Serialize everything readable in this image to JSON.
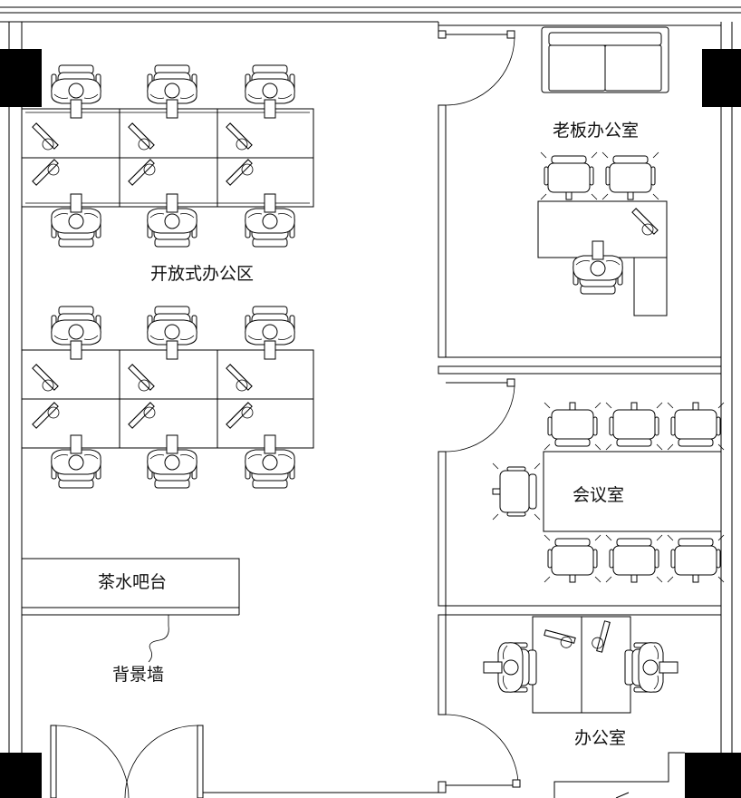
{
  "labels": {
    "open_office": "开放式办公区",
    "boss_office": "老板办公室",
    "meeting_room": "会议室",
    "office": "办公室",
    "tea_bar": "茶水吧台",
    "feature_wall": "背景墙"
  },
  "colors": {
    "ink": "#000000",
    "paper": "#ffffff"
  },
  "icons": [
    "office-chair-icon",
    "person-icon",
    "monitor-icon",
    "sofa-icon",
    "door-swing-icon"
  ]
}
